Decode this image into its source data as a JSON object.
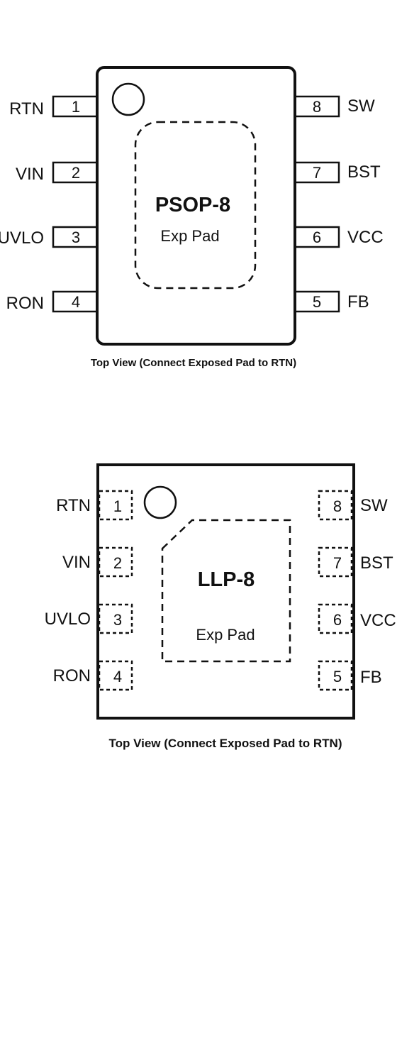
{
  "diagrams": [
    {
      "package": "PSOP-8",
      "pad_label": "Exp Pad",
      "caption": "Top View (Connect Exposed Pad to RTN)",
      "left_pins": [
        {
          "num": "1",
          "name": "RTN"
        },
        {
          "num": "2",
          "name": "VIN"
        },
        {
          "num": "3",
          "name": "UVLO"
        },
        {
          "num": "4",
          "name": "RON"
        }
      ],
      "right_pins": [
        {
          "num": "8",
          "name": "SW"
        },
        {
          "num": "7",
          "name": "BST"
        },
        {
          "num": "6",
          "name": "VCC"
        },
        {
          "num": "5",
          "name": "FB"
        }
      ]
    },
    {
      "package": "LLP-8",
      "pad_label": "Exp Pad",
      "caption": "Top View (Connect Exposed Pad to RTN)",
      "left_pins": [
        {
          "num": "1",
          "name": "RTN"
        },
        {
          "num": "2",
          "name": "VIN"
        },
        {
          "num": "3",
          "name": "UVLO"
        },
        {
          "num": "4",
          "name": "RON"
        }
      ],
      "right_pins": [
        {
          "num": "8",
          "name": "SW"
        },
        {
          "num": "7",
          "name": "BST"
        },
        {
          "num": "6",
          "name": "VCC"
        },
        {
          "num": "5",
          "name": "FB"
        }
      ]
    }
  ],
  "colors": {
    "line": "#111111",
    "background": "#ffffff"
  }
}
